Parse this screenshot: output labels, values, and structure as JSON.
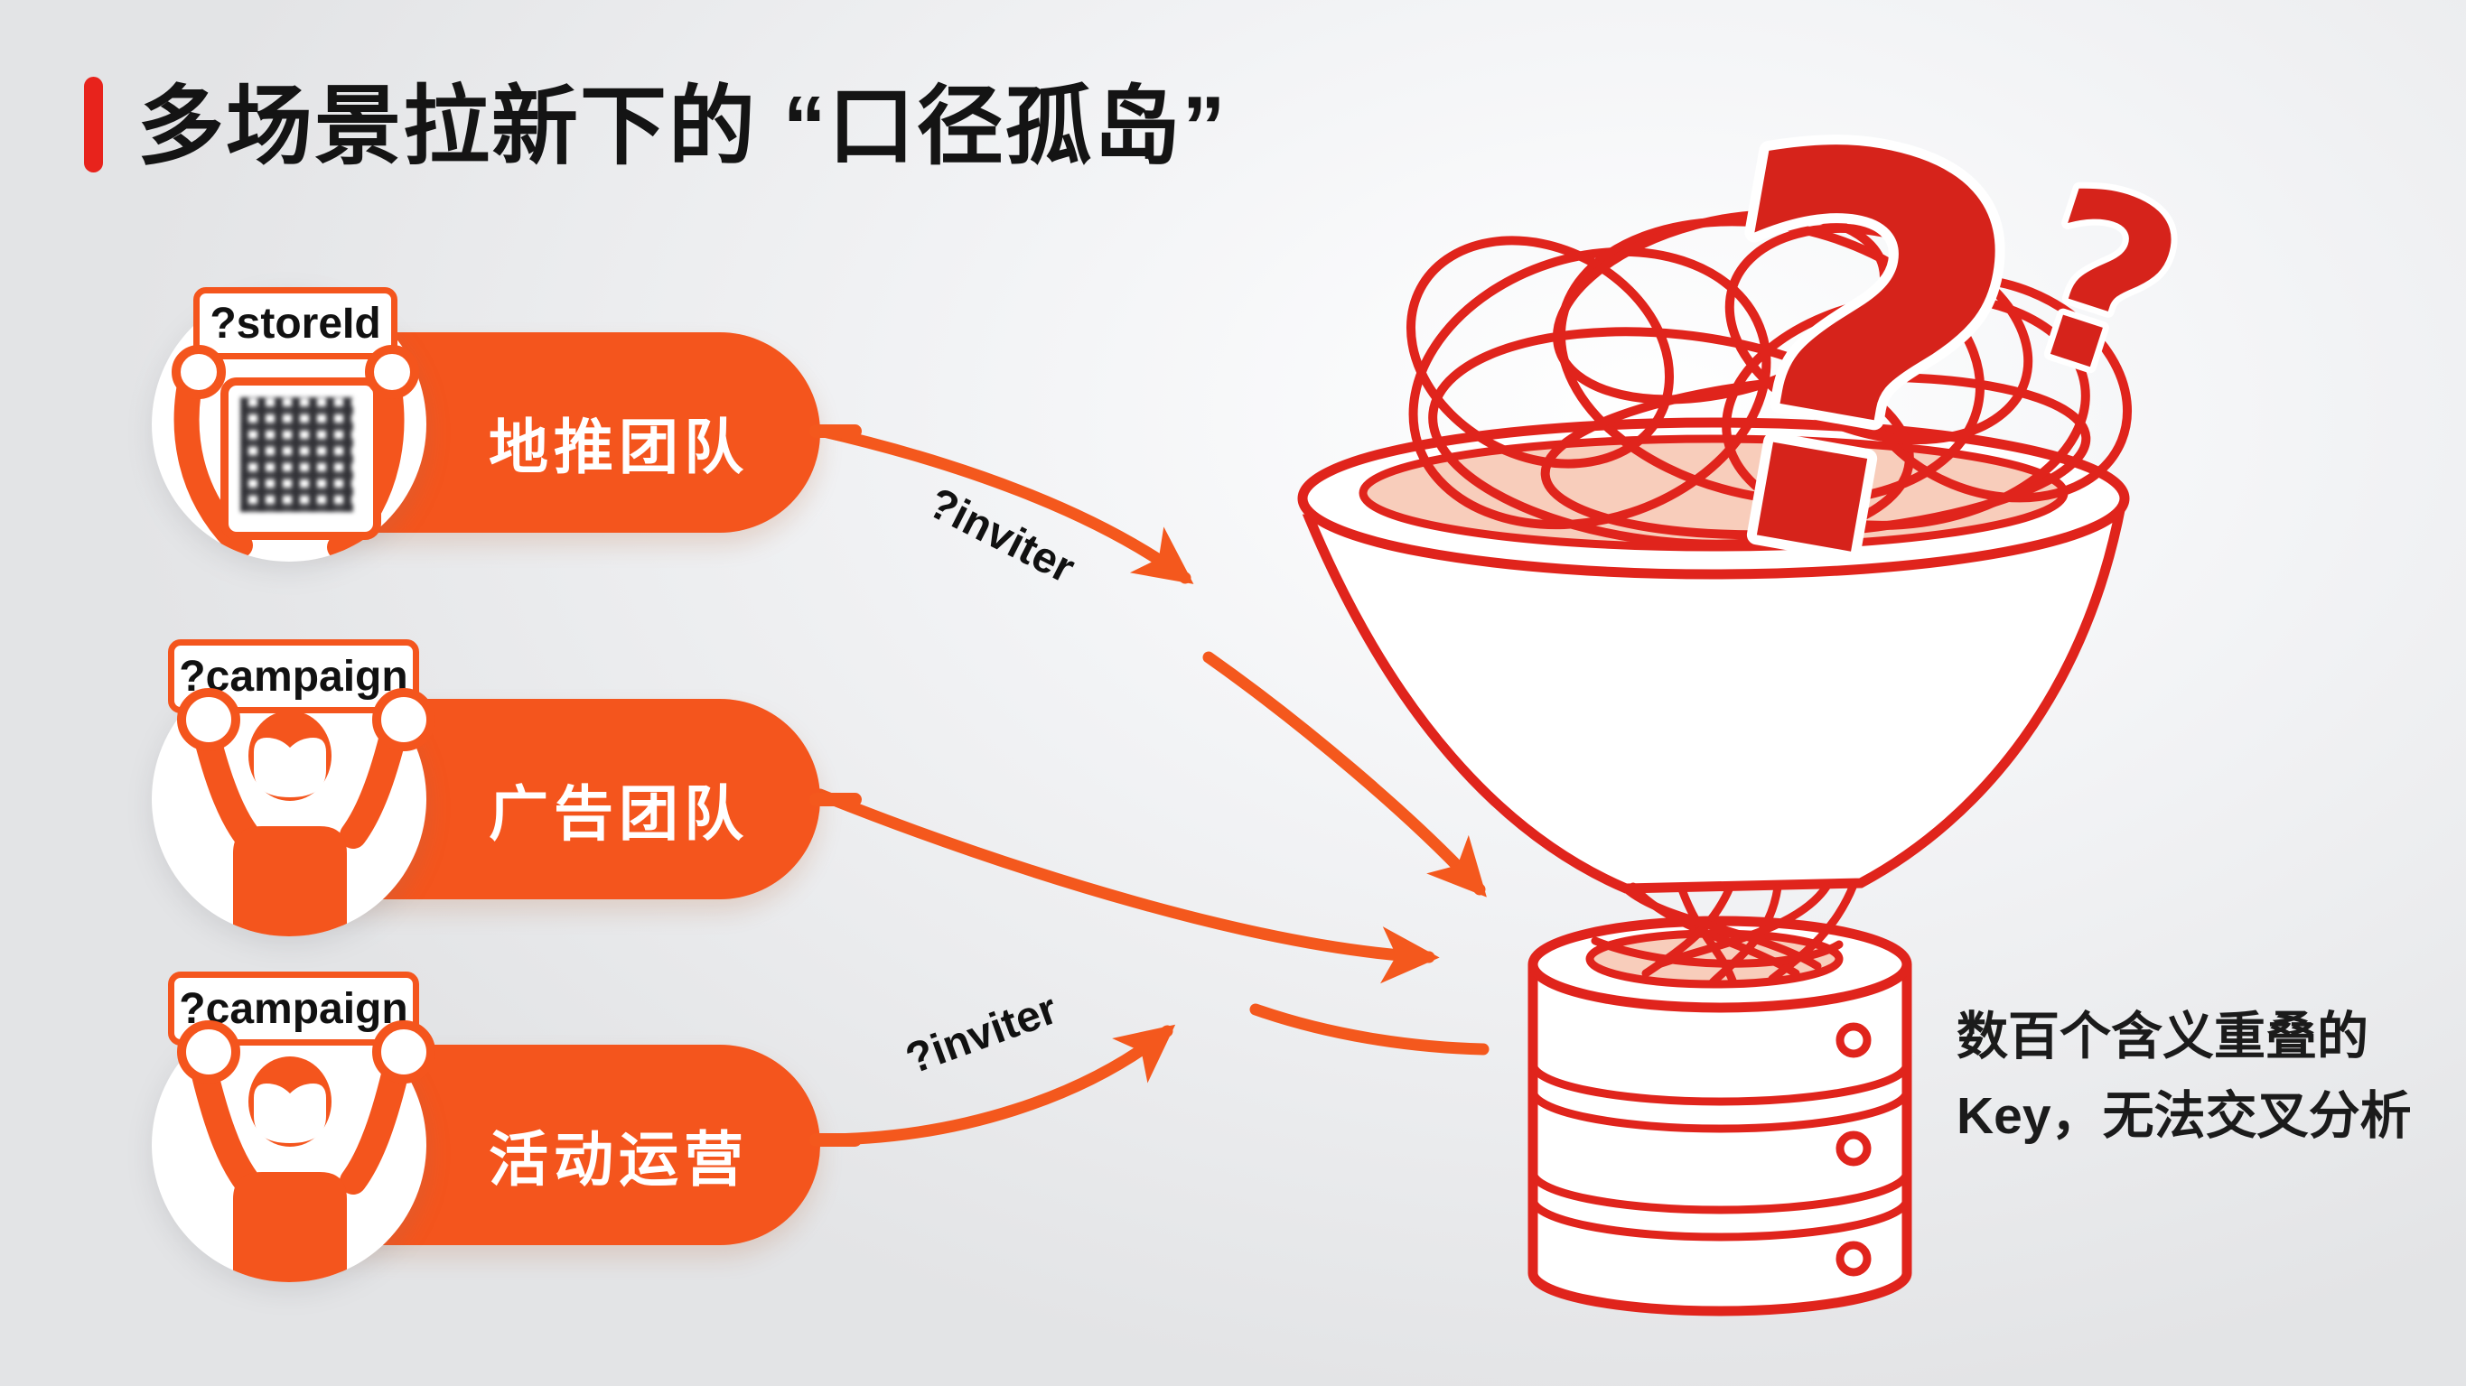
{
  "title": {
    "text": "多场景拉新下的 “口径孤岛”",
    "accent_bar_color": "#e8231c"
  },
  "sources": [
    {
      "tag": "?storeId",
      "label": "地推团队",
      "icon": "qr-code-icon"
    },
    {
      "tag": "?campaign",
      "label": "广告团队",
      "icon": "person-icon"
    },
    {
      "tag": "?campaign",
      "label": "活动运营",
      "icon": "person-icon"
    }
  ],
  "arrow_labels": [
    "?inviter",
    "?inviter"
  ],
  "funnel": {
    "icon": "funnel-with-tangled-lines",
    "decorations": [
      "question-mark-large",
      "question-mark-small"
    ]
  },
  "database": {
    "icon": "database-stack",
    "segments": 3
  },
  "caption": {
    "line1": "数百个含义重叠的",
    "line2": "Key，无法交叉分析"
  },
  "colors": {
    "background": "#eef0f2",
    "accent_red": "#e8231c",
    "diagram_red": "#e0241c",
    "question_red": "#d6231b",
    "orange": "#f4551d",
    "arrow_orange": "#f4581d",
    "pink_fill": "#f8cdbb",
    "text_black": "#141414",
    "white": "#ffffff"
  }
}
